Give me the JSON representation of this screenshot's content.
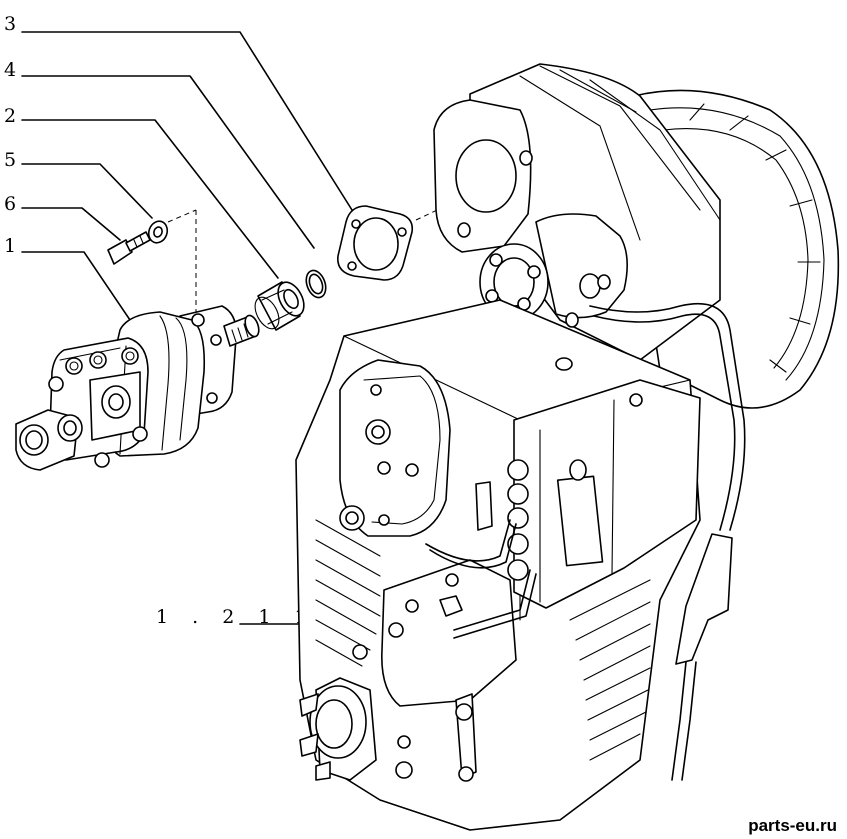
{
  "callouts": {
    "c3": "3",
    "c4": "4",
    "c2": "2",
    "c5": "5",
    "c6": "6",
    "c1": "1",
    "ref": "1 . 2 1 1"
  },
  "watermark": "parts-eu.ru"
}
